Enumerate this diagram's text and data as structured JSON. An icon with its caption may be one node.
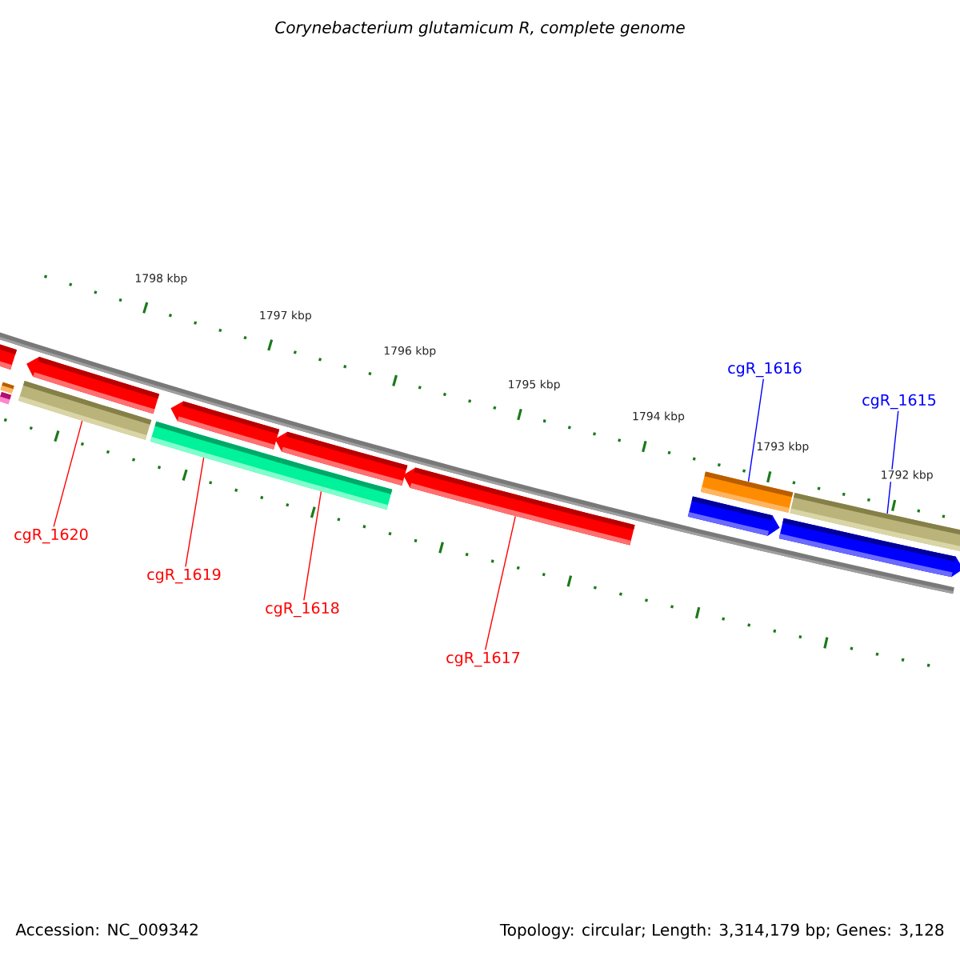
{
  "diagram": {
    "title": "Corynebacterium glutamicum R, complete genome",
    "nodes": [
      {
        "text": [
          "cgR_1620"
        ]
      },
      {
        "text": [
          "cgR_1619"
        ]
      },
      {
        "text": [
          "cgR_1618"
        ]
      },
      {
        "text": [
          "cgR_1617"
        ]
      },
      {
        "text": [
          "cgR_1616"
        ]
      },
      {
        "text": [
          "cgR_1615"
        ]
      },
      {
        "text": [],
        "shape": "bar"
      },
      {
        "text": [],
        "shape": "bar"
      },
      {
        "text": [],
        "shape": "bar"
      },
      {
        "text": [],
        "shape": "bar"
      },
      {
        "text": [],
        "shape": "bar"
      },
      {
        "text": [],
        "shape": "bar"
      },
      {
        "text": [],
        "shape": "bar"
      },
      {
        "text": [],
        "shape": "bar"
      },
      {
        "text": [],
        "shape": "bar"
      },
      {
        "text": [],
        "shape": "bar"
      },
      {
        "text": [],
        "shape": "bar"
      },
      {
        "text": [],
        "shape": "bar"
      },
      {
        "text": [],
        "shape": "bar"
      },
      {
        "text": [],
        "shape": "bar"
      }
    ],
    "edges": [
      {
        "from": 0,
        "to": 10,
        "arrow": "none"
      },
      {
        "from": 1,
        "to": 12,
        "arrow": "none"
      },
      {
        "from": 2,
        "to": 14,
        "arrow": "none"
      },
      {
        "from": 3,
        "to": 15,
        "arrow": "none"
      },
      {
        "from": 4,
        "to": 16,
        "arrow": "none",
        "color": "#0000ff"
      },
      {
        "from": 5,
        "to": 17,
        "arrow": "none",
        "color": "#0000ff"
      }
    ],
    "labels": [
      "1798 kbp",
      "1797 kbp",
      "1796 kbp",
      "1795 kbp",
      "1794 kbp",
      "1793 kbp",
      "1792 kbp",
      "Accession: NC_009342",
      "Topology: circular; Length: 3,314,179 bp; Genes: 3,128"
    ]
  }
}
